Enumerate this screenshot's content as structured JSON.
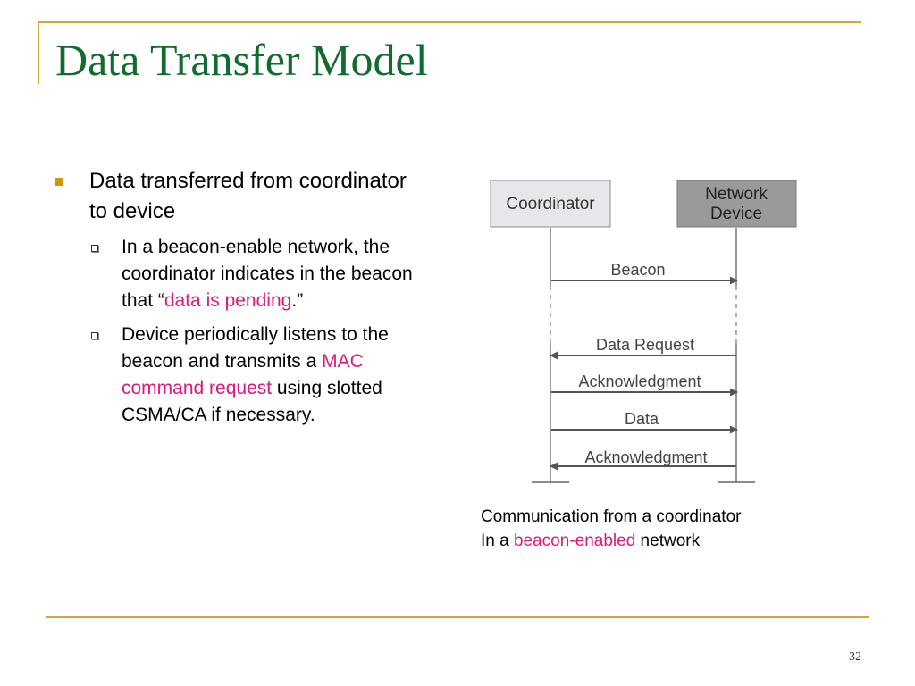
{
  "slide": {
    "title": "Data Transfer Model",
    "page_number": "32"
  },
  "bullets": {
    "main": "Data transferred from coordinator to device",
    "sub1": {
      "before": "In a beacon-enable network, the coordinator indicates in the beacon that “",
      "highlight": "data is pending",
      "after": ".”"
    },
    "sub2": {
      "before": "Device periodically listens to the beacon and transmits a ",
      "highlight": "MAC command request",
      "after": " using slotted CSMA/CA if necessary."
    }
  },
  "diagram": {
    "actors": {
      "left": {
        "lines": [
          "Coordinator"
        ]
      },
      "right": {
        "lines": [
          "Network",
          "Device"
        ]
      }
    },
    "messages": [
      {
        "label": "Beacon",
        "direction": "right"
      },
      {
        "label": "Data Request",
        "direction": "left"
      },
      {
        "label": "Acknowledgment",
        "direction": "right"
      },
      {
        "label": "Data",
        "direction": "right"
      },
      {
        "label": "Acknowledgment",
        "direction": "left"
      }
    ]
  },
  "caption": {
    "line1": "Communication from a coordinator",
    "line2_before": "In a ",
    "line2_highlight": "beacon-enabled",
    "line2_after": " network"
  },
  "colors": {
    "title": "#126b2e",
    "accent_rule": "#d6a53a",
    "bullet": "#cc9a06",
    "highlight": "#e0167a",
    "coordinator_box": "#e8e6ea",
    "device_box": "#9a9a9a"
  }
}
